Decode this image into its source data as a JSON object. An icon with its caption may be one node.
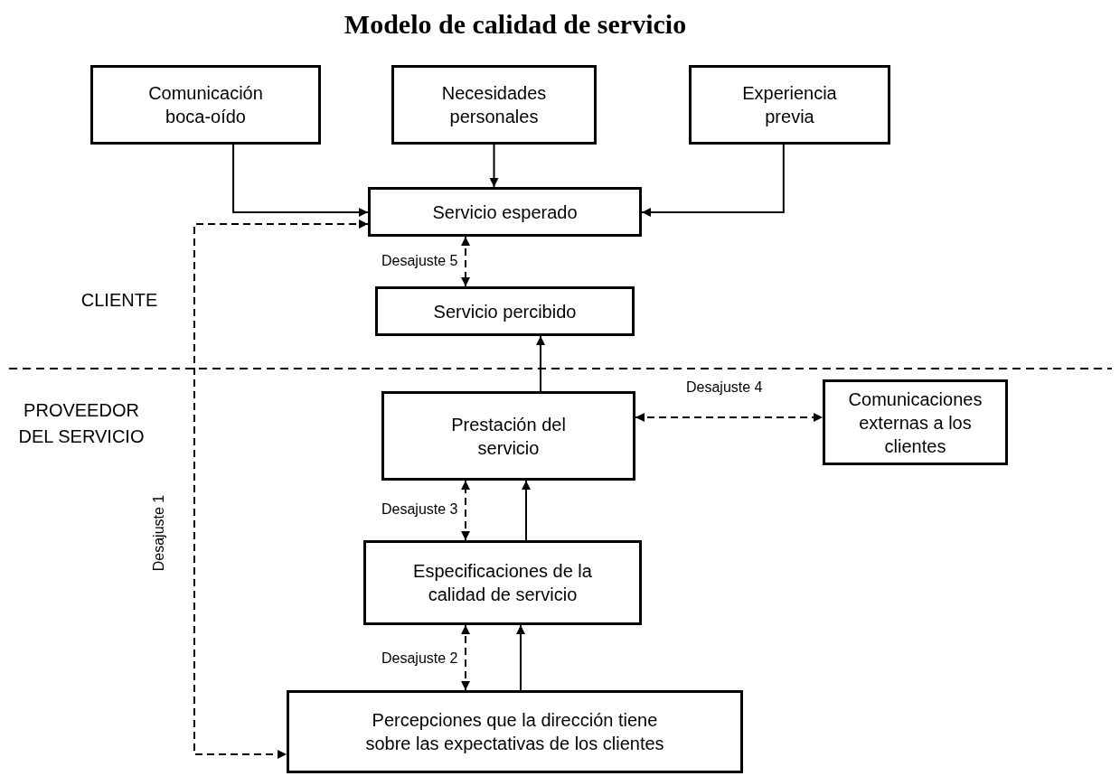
{
  "diagram": {
    "title": "Modelo de calidad de servicio",
    "nodes": [
      {
        "text": [
          "Comunicación boca-oído"
        ]
      },
      {
        "text": [
          "Necesidades personales"
        ]
      },
      {
        "text": [
          "Experiencia previa"
        ]
      },
      {
        "text": [
          "Servicio esperado"
        ]
      },
      {
        "text": [
          "Servicio percibido"
        ]
      },
      {
        "text": [
          "Prestación del servicio"
        ]
      },
      {
        "text": [
          "Comunicaciones externas a los clientes"
        ]
      },
      {
        "text": [
          "Especificaciones de la calidad de servicio"
        ]
      },
      {
        "text": [
          "Percepciones que la dirección tiene sobre las expectativas de los clientes"
        ]
      }
    ],
    "edges": [
      {
        "from": 0,
        "to": 3,
        "arrow": "to"
      },
      {
        "from": 1,
        "to": 3,
        "arrow": "to"
      },
      {
        "from": 2,
        "to": 3,
        "arrow": "to"
      },
      {
        "from": 3,
        "to": 4,
        "arrow": "both",
        "style": "dashed",
        "label": "Desajuste 5"
      },
      {
        "from": 5,
        "to": 4,
        "arrow": "to"
      },
      {
        "from": 5,
        "to": 6,
        "arrow": "both",
        "style": "dashed",
        "label": "Desajuste 4"
      },
      {
        "from": 7,
        "to": 5,
        "arrow": "both",
        "style": "dashed",
        "label": "Desajuste 3"
      },
      {
        "from": 7,
        "to": 5,
        "arrow": "to"
      },
      {
        "from": 8,
        "to": 7,
        "arrow": "both",
        "style": "dashed",
        "label": "Desajuste 2"
      },
      {
        "from": 8,
        "to": 7,
        "arrow": "to"
      },
      {
        "from": 3,
        "to": 8,
        "arrow": "both",
        "style": "dashed",
        "label": "Desajuste 1"
      }
    ],
    "labels": [
      "CLIENTE",
      "PROVEEDOR DEL SERVICIO"
    ]
  }
}
